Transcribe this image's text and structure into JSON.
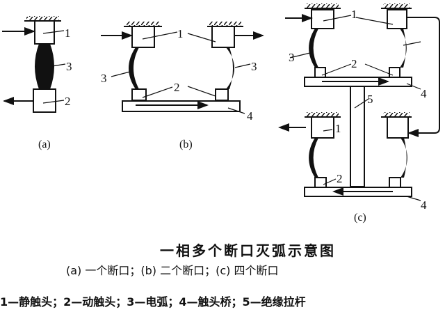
{
  "diagram": {
    "labels": {
      "one": "1",
      "two": "2",
      "three": "3",
      "four": "4",
      "five": "5"
    },
    "subfigures": {
      "a": "(a)",
      "b": "(b)",
      "c": "(c)"
    }
  },
  "caption": {
    "title": "一相多个断口灭弧示意图",
    "parts": "(a) 一个断口；(b) 二个断口；(c) 四个断口",
    "legend": "1—静触头；2—动触头；3—电弧；4—触头桥；5—绝缘拉杆"
  }
}
